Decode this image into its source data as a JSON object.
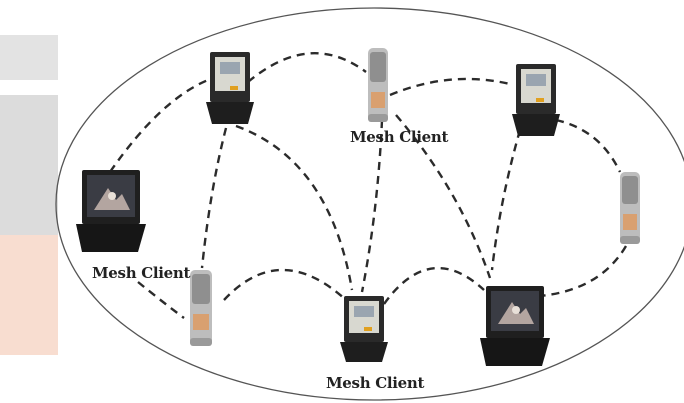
{
  "labels": {
    "top": "Mesh Client",
    "left": "Mesh Client",
    "bottom": "Mesh Client"
  },
  "colors": {
    "background_tint_gray": "#d9d9d9",
    "background_tint_orange": "#f6d6c8",
    "device_body": "#2a2a2a",
    "device_screen": "#d8d8d0",
    "dashed_link": "#2b2b2b"
  },
  "nodes": [
    {
      "id": "pda-top-left",
      "kind": "handheld"
    },
    {
      "id": "client-top-middle",
      "kind": "cylinder-client"
    },
    {
      "id": "pda-top-right",
      "kind": "handheld"
    },
    {
      "id": "laptop-left",
      "kind": "laptop"
    },
    {
      "id": "client-right",
      "kind": "cylinder-client"
    },
    {
      "id": "client-bottom-left",
      "kind": "cylinder-client"
    },
    {
      "id": "pda-bottom-middle",
      "kind": "handheld"
    },
    {
      "id": "laptop-bottom-right",
      "kind": "laptop"
    }
  ]
}
